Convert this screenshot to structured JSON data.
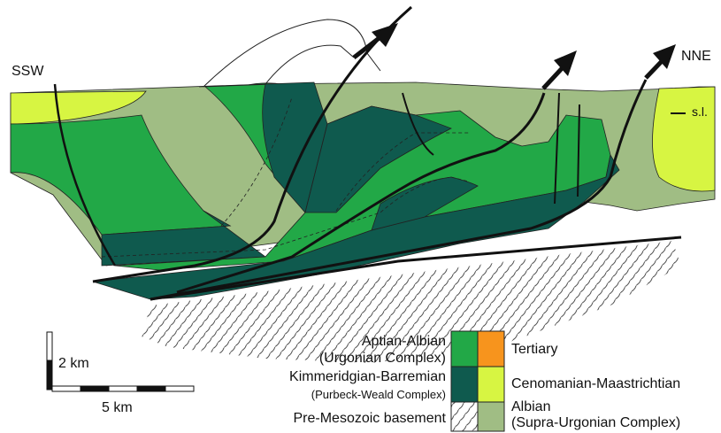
{
  "section": {
    "left_end": "SSW",
    "right_end": "NNE",
    "sea_level": "s.l."
  },
  "scale": {
    "vertical": "2 km",
    "horizontal": "5 km"
  },
  "legend": {
    "items": [
      {
        "line1": "Aptian-Albian",
        "line2": "(Urgonian Complex)",
        "color": "#22a847"
      },
      {
        "line1": "Kimmeridgian-Barremian",
        "line2": "(Purbeck-Weald Complex)",
        "color": "#0f5a4e"
      },
      {
        "line1": "Pre-Mesozoic basement",
        "line2": "",
        "pattern": "hatch"
      },
      {
        "line1": "Tertiary",
        "line2": "",
        "color": "#f7941d"
      },
      {
        "line1": "Cenomanian-Maastrichtian",
        "line2": "",
        "color": "#d7f542"
      },
      {
        "line1": "Albian",
        "line2": "(Supra-Urgonian Complex)",
        "color": "#a0bd84"
      }
    ]
  },
  "colors": {
    "urgonian": "#22a847",
    "purbeck": "#0f5a4e",
    "tertiary": "#f7941d",
    "cenomanian": "#d7f542",
    "supra_urgonian": "#a0bd84"
  }
}
